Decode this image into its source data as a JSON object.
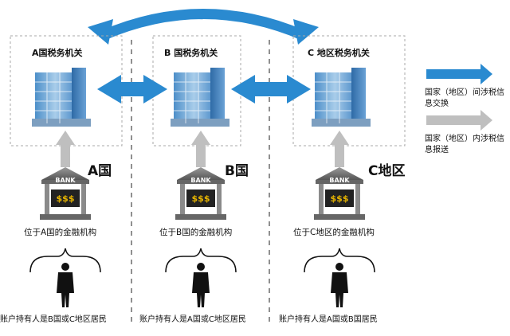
{
  "colors": {
    "exchange_arrow": "#2a8ad0",
    "report_arrow": "#bfbfbf",
    "box_border": "#a8a8a8",
    "divider": "#555555",
    "bank_gold": "#e6b400"
  },
  "authorities": [
    {
      "title": "A国税务机关"
    },
    {
      "title": "B 国税务机关"
    },
    {
      "title": "C 地区税务机关"
    }
  ],
  "jurisdictions": [
    {
      "label": "A国",
      "bank_caption": "位于A国的金融机构",
      "holder_caption": "账户持有人是B国或C地区居民"
    },
    {
      "label": "B国",
      "bank_caption": "位于B国的金融机构",
      "holder_caption": "账户持有人是A国或C地区居民"
    },
    {
      "label": "C地区",
      "bank_caption": "位于C地区的金融机构",
      "holder_caption": "账户持有人是A国或B国居民"
    }
  ],
  "bank_sign": {
    "name": "BANK",
    "money": "$$$"
  },
  "legend": {
    "exchange": "国家（地区）间涉税信息交换",
    "report": "国家（地区）内涉税信息报送"
  }
}
